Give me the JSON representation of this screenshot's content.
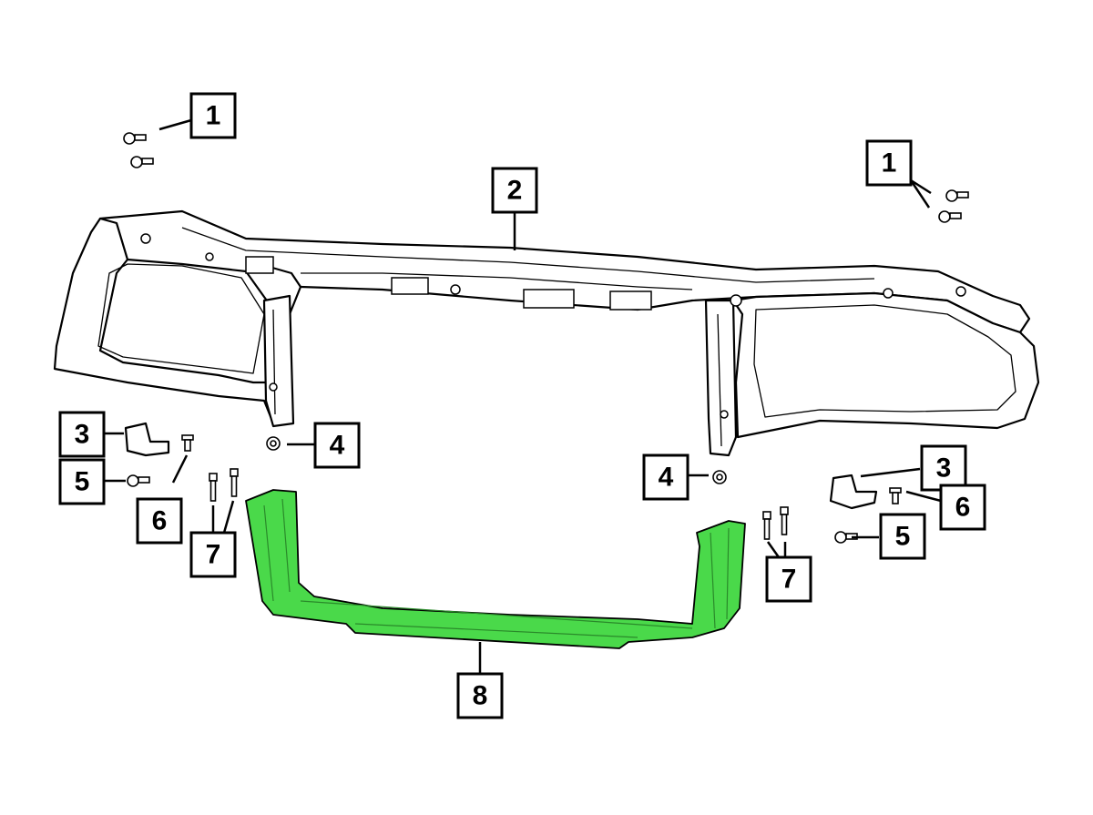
{
  "callouts": {
    "c1a": "1",
    "c1b": "1",
    "c2": "2",
    "c3a": "3",
    "c3b": "3",
    "c4a": "4",
    "c4b": "4",
    "c5a": "5",
    "c5b": "5",
    "c6a": "6",
    "c6b": "6",
    "c7a": "7",
    "c7b": "7",
    "c8": "8"
  },
  "colors": {
    "highlight": "#4ad94a"
  }
}
